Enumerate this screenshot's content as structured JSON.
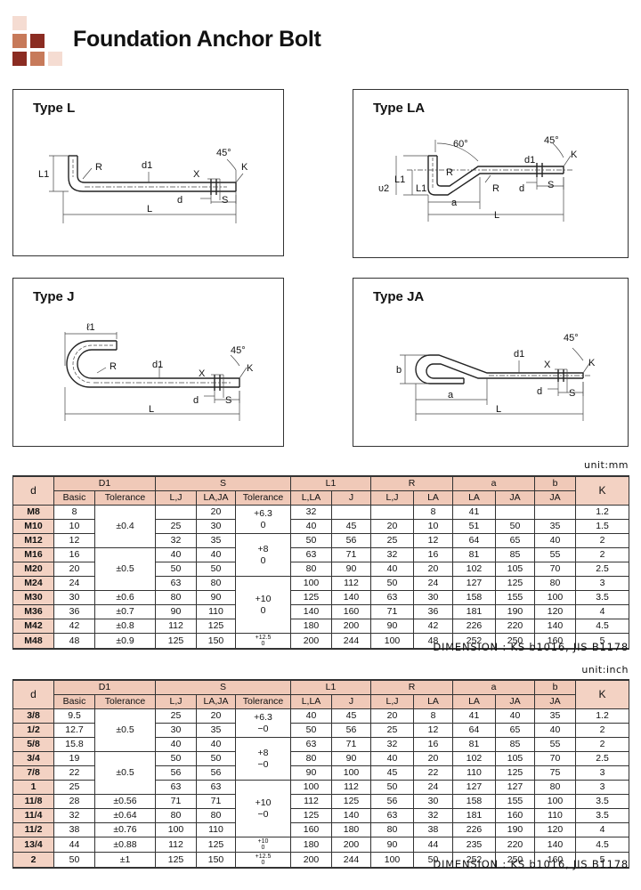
{
  "header": {
    "title": "Foundation Anchor Bolt",
    "logo_colors": [
      "#f5dcd2",
      "#c77a5a",
      "#8b2c22",
      "#8b2c22",
      "#c77a5a",
      "#f5dcd2"
    ]
  },
  "diagrams": [
    {
      "title": "Type L",
      "labels": {
        "L1": "L1",
        "R": "R",
        "d1": "d1",
        "angle": "45°",
        "X": "X",
        "K": "K",
        "d": "d",
        "S": "S",
        "L": "L"
      }
    },
    {
      "title": "Type LA",
      "labels": {
        "angle60": "60°",
        "angle45": "45°",
        "K": "K",
        "d1": "d1",
        "R": "R",
        "L1": "L1",
        "v2": "υ2",
        "L1b": "L1",
        "R2": "R",
        "d": "d",
        "S": "S",
        "a": "a",
        "L": "L"
      }
    },
    {
      "title": "Type J",
      "labels": {
        "l1": "ℓ1",
        "R": "R",
        "d1": "d1",
        "angle": "45°",
        "X": "X",
        "K": "K",
        "d": "d",
        "S": "S",
        "L": "L"
      }
    },
    {
      "title": "Type JA",
      "labels": {
        "angle": "45°",
        "d1": "d1",
        "X": "X",
        "K": "K",
        "b": "b",
        "d": "d",
        "S": "S",
        "a": "a",
        "L": "L"
      }
    }
  ],
  "table_mm": {
    "unit": "unit:mm",
    "dimension_note": "DIMENSION : KS b1016, JIS B1178",
    "headers": {
      "d": "d",
      "D1": "D1",
      "S": "S",
      "L1": "L1",
      "R": "R",
      "a": "a",
      "b": "b",
      "K": "K",
      "sub": [
        "Basic",
        "Tolerance",
        "L,J",
        "LA,JA",
        "Tolerance",
        "L,LA",
        "J",
        "L,J",
        "LA",
        "LA",
        "JA",
        "JA"
      ]
    },
    "rows": [
      {
        "d": "M8",
        "basic": "8",
        "s_lj": "",
        "s_laja": "20",
        "l1_lla": "32",
        "l1_j": "",
        "r_lj": "",
        "r_la": "8",
        "a_la": "41",
        "a_ja": "",
        "b_ja": "",
        "k": "1.2"
      },
      {
        "d": "M10",
        "basic": "10",
        "s_lj": "25",
        "s_laja": "30",
        "l1_lla": "40",
        "l1_j": "45",
        "r_lj": "20",
        "r_la": "10",
        "a_la": "51",
        "a_ja": "50",
        "b_ja": "35",
        "k": "1.5"
      },
      {
        "d": "M12",
        "basic": "12",
        "s_lj": "32",
        "s_laja": "35",
        "l1_lla": "50",
        "l1_j": "56",
        "r_lj": "25",
        "r_la": "12",
        "a_la": "64",
        "a_ja": "65",
        "b_ja": "40",
        "k": "2"
      },
      {
        "d": "M16",
        "basic": "16",
        "s_lj": "40",
        "s_laja": "40",
        "l1_lla": "63",
        "l1_j": "71",
        "r_lj": "32",
        "r_la": "16",
        "a_la": "81",
        "a_ja": "85",
        "b_ja": "55",
        "k": "2"
      },
      {
        "d": "M20",
        "basic": "20",
        "s_lj": "50",
        "s_laja": "50",
        "l1_lla": "80",
        "l1_j": "90",
        "r_lj": "40",
        "r_la": "20",
        "a_la": "102",
        "a_ja": "105",
        "b_ja": "70",
        "k": "2.5"
      },
      {
        "d": "M24",
        "basic": "24",
        "s_lj": "63",
        "s_laja": "80",
        "l1_lla": "100",
        "l1_j": "112",
        "r_lj": "50",
        "r_la": "24",
        "a_la": "127",
        "a_ja": "125",
        "b_ja": "80",
        "k": "3"
      },
      {
        "d": "M30",
        "basic": "30",
        "s_lj": "80",
        "s_laja": "90",
        "l1_lla": "125",
        "l1_j": "140",
        "r_lj": "63",
        "r_la": "30",
        "a_la": "158",
        "a_ja": "155",
        "b_ja": "100",
        "k": "3.5"
      },
      {
        "d": "M36",
        "basic": "36",
        "s_lj": "90",
        "s_laja": "110",
        "l1_lla": "140",
        "l1_j": "160",
        "r_lj": "71",
        "r_la": "36",
        "a_la": "181",
        "a_ja": "190",
        "b_ja": "120",
        "k": "4"
      },
      {
        "d": "M42",
        "basic": "42",
        "s_lj": "112",
        "s_laja": "125",
        "l1_lla": "180",
        "l1_j": "200",
        "r_lj": "90",
        "r_la": "42",
        "a_la": "226",
        "a_ja": "220",
        "b_ja": "140",
        "k": "4.5"
      },
      {
        "d": "M48",
        "basic": "48",
        "s_lj": "125",
        "s_laja": "150",
        "l1_lla": "200",
        "l1_j": "244",
        "r_lj": "100",
        "r_la": "48",
        "a_la": "252",
        "a_ja": "250",
        "b_ja": "160",
        "k": "5"
      }
    ],
    "d1_tol_groups": [
      {
        "value": "±0.4",
        "rows": [
          0,
          1,
          2
        ]
      },
      {
        "value": "±0.5",
        "rows": [
          3,
          4,
          5
        ]
      },
      {
        "value": "±0.6",
        "rows": [
          6
        ]
      },
      {
        "value": "±0.7",
        "rows": [
          7
        ]
      },
      {
        "value": "±0.8",
        "rows": [
          8
        ]
      },
      {
        "value": "±0.9",
        "rows": [
          9
        ]
      }
    ],
    "s_tol_groups": [
      {
        "lines": [
          "+6.3",
          "0"
        ],
        "rows": [
          0,
          1
        ]
      },
      {
        "lines": [
          "+8",
          "0"
        ],
        "rows": [
          2,
          3,
          4
        ]
      },
      {
        "lines": [
          "+10",
          "0"
        ],
        "rows": [
          5,
          6,
          7,
          8
        ]
      },
      {
        "lines": [
          "+12.5",
          "0"
        ],
        "rows": [
          9
        ],
        "small": true
      }
    ]
  },
  "table_inch": {
    "unit": "unit:inch",
    "dimension_note": "DIMENSION : KS b1016, JIS B1178",
    "headers": {
      "d": "d",
      "D1": "D1",
      "S": "S",
      "L1": "L1",
      "R": "R",
      "a": "a",
      "b": "b",
      "K": "K",
      "sub": [
        "Basic",
        "Tolerance",
        "L,J",
        "LA,JA",
        "Tolerance",
        "L,LA",
        "J",
        "L,J",
        "LA",
        "LA",
        "JA",
        "JA"
      ]
    },
    "rows": [
      {
        "d": "3/8",
        "basic": "9.5",
        "s_lj": "25",
        "s_laja": "20",
        "l1_lla": "40",
        "l1_j": "45",
        "r_lj": "20",
        "r_la": "8",
        "a_la": "41",
        "a_ja": "40",
        "b_ja": "35",
        "k": "1.2"
      },
      {
        "d": "1/2",
        "basic": "12.7",
        "s_lj": "30",
        "s_laja": "35",
        "l1_lla": "50",
        "l1_j": "56",
        "r_lj": "25",
        "r_la": "12",
        "a_la": "64",
        "a_ja": "65",
        "b_ja": "40",
        "k": "2"
      },
      {
        "d": "5/8",
        "basic": "15.8",
        "s_lj": "40",
        "s_laja": "40",
        "l1_lla": "63",
        "l1_j": "71",
        "r_lj": "32",
        "r_la": "16",
        "a_la": "81",
        "a_ja": "85",
        "b_ja": "55",
        "k": "2"
      },
      {
        "d": "3/4",
        "basic": "19",
        "s_lj": "50",
        "s_laja": "50",
        "l1_lla": "80",
        "l1_j": "90",
        "r_lj": "40",
        "r_la": "20",
        "a_la": "102",
        "a_ja": "105",
        "b_ja": "70",
        "k": "2.5"
      },
      {
        "d": "7/8",
        "basic": "22",
        "s_lj": "56",
        "s_laja": "56",
        "l1_lla": "90",
        "l1_j": "100",
        "r_lj": "45",
        "r_la": "22",
        "a_la": "110",
        "a_ja": "125",
        "b_ja": "75",
        "k": "3"
      },
      {
        "d": "1",
        "basic": "25",
        "s_lj": "63",
        "s_laja": "63",
        "l1_lla": "100",
        "l1_j": "112",
        "r_lj": "50",
        "r_la": "24",
        "a_la": "127",
        "a_ja": "127",
        "b_ja": "80",
        "k": "3"
      },
      {
        "d": "11/8",
        "basic": "28",
        "s_lj": "71",
        "s_laja": "71",
        "l1_lla": "112",
        "l1_j": "125",
        "r_lj": "56",
        "r_la": "30",
        "a_la": "158",
        "a_ja": "155",
        "b_ja": "100",
        "k": "3.5"
      },
      {
        "d": "11/4",
        "basic": "32",
        "s_lj": "80",
        "s_laja": "80",
        "l1_lla": "125",
        "l1_j": "140",
        "r_lj": "63",
        "r_la": "32",
        "a_la": "181",
        "a_ja": "160",
        "b_ja": "110",
        "k": "3.5"
      },
      {
        "d": "11/2",
        "basic": "38",
        "s_lj": "100",
        "s_laja": "110",
        "l1_lla": "160",
        "l1_j": "180",
        "r_lj": "80",
        "r_la": "38",
        "a_la": "226",
        "a_ja": "190",
        "b_ja": "120",
        "k": "4"
      },
      {
        "d": "13/4",
        "basic": "44",
        "s_lj": "112",
        "s_laja": "125",
        "l1_lla": "180",
        "l1_j": "200",
        "r_lj": "90",
        "r_la": "44",
        "a_la": "235",
        "a_ja": "220",
        "b_ja": "140",
        "k": "4.5"
      },
      {
        "d": "2",
        "basic": "50",
        "s_lj": "125",
        "s_laja": "150",
        "l1_lla": "200",
        "l1_j": "244",
        "r_lj": "100",
        "r_la": "50",
        "a_la": "252",
        "a_ja": "250",
        "b_ja": "160",
        "k": "5"
      }
    ],
    "d1_tol_groups": [
      {
        "value": "±0.5",
        "rows": [
          0,
          1,
          2
        ]
      },
      {
        "value": "±0.5",
        "rows": [
          3,
          4,
          5
        ]
      },
      {
        "value": "±0.56",
        "rows": [
          6
        ]
      },
      {
        "value": "±0.64",
        "rows": [
          7
        ]
      },
      {
        "value": "±0.76",
        "rows": [
          8
        ]
      },
      {
        "value": "±0.88",
        "rows": [
          9
        ]
      },
      {
        "value": "±1",
        "rows": [
          10
        ]
      }
    ],
    "s_tol_groups": [
      {
        "lines": [
          "+6.3",
          "−0"
        ],
        "rows": [
          0,
          1
        ]
      },
      {
        "lines": [
          "+8",
          "−0"
        ],
        "rows": [
          2,
          3,
          4
        ]
      },
      {
        "lines": [
          "+10",
          "−0"
        ],
        "rows": [
          5,
          6,
          7,
          8
        ]
      },
      {
        "lines": [
          "+10",
          "0"
        ],
        "rows": [
          9
        ],
        "small": true
      },
      {
        "lines": [
          "+12.5",
          "0"
        ],
        "rows": [
          10
        ],
        "small": true
      }
    ]
  }
}
